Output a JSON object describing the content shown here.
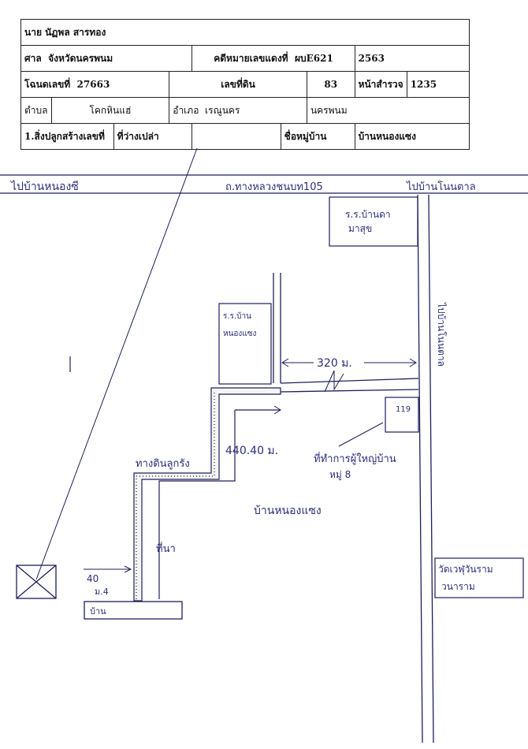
{
  "header_table": {
    "owner_name": "นาย นัฏพล สารทอง",
    "court_label": "ศาล",
    "court_value": "จังหวัดนครพนม",
    "case_label": "คดีหมายเลขแดงที่",
    "case_number": "ผบE621",
    "case_year": "2563",
    "deed_label": "โฉนดเลขที่",
    "deed_number": "27663",
    "land_no_label": "เลขที่ดิน",
    "land_no": "83",
    "survey_page_label": "หน้าสำรวจ",
    "survey_page": "1235",
    "subdistrict_label": "ตำบล",
    "subdistrict": "โคกหินแฮ่",
    "district_label": "อำเภอ",
    "district": "เรณูนคร",
    "province": "นครพนม",
    "building_label": "1.สิ่งปลูกสร้างเลขที่",
    "building_value": "ที่ว่างเปล่า",
    "village_label": "ชื่อหมู่บ้าน",
    "village": "บ้านหนองแซง"
  },
  "map": {
    "road_to_west": "ไปบ้านหนองซี",
    "road_name": "ถ.ทางหลวงชนบท105",
    "road_to_east": "ไปบ้านโนนตาล",
    "school_1": "ร.ร.บ้านดา",
    "school_1_line2": "มาสุข",
    "school_2": "ร.ร.บ้าน",
    "school_2_line2": "หนองแซง",
    "distance_1": "320 ม.",
    "house_no": "119",
    "distance_2": "440.40 ม.",
    "village_office": "ที่ทำการผู้ใหญ่บ้าน",
    "village_office_line2": "หมู่ 8",
    "village_name": "บ้านหนองแซง",
    "dirt_road": "ทางดินลูกรัง",
    "paddy": "ที่นา",
    "width_label": "40",
    "width_unit": "ม.4",
    "house_label": "บ้าน",
    "temple": "วัดเวฬุวันราม",
    "temple_line2": "วนาราม",
    "east_road_label": "ไปบ้านโนนตาล"
  }
}
